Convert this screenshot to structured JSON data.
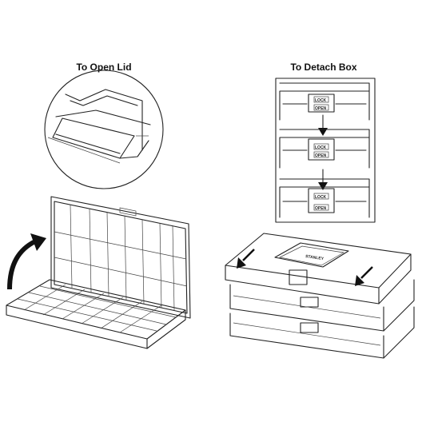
{
  "captions": {
    "open_lid": "To Open Lid",
    "detach_box": "To Detach Box"
  },
  "latch_labels": {
    "lock": "LOCK",
    "open": "OPEN"
  },
  "logo_text": "STANLEY"
}
